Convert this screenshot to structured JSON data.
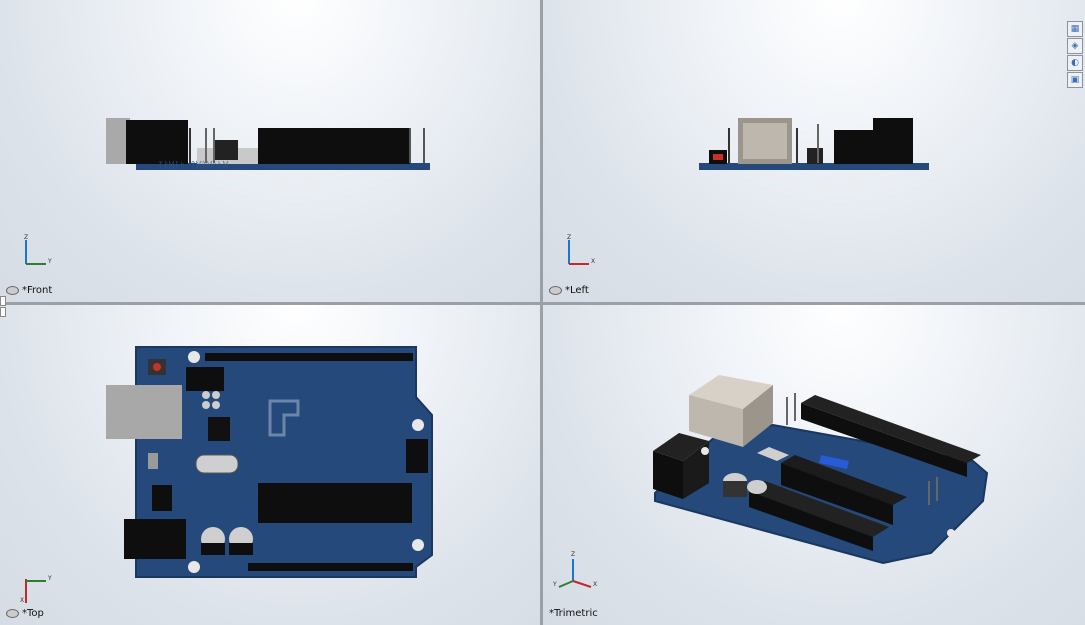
{
  "viewports": [
    {
      "id": "front",
      "label": "*Front",
      "axis_up": "Z",
      "axis_right": "Y"
    },
    {
      "id": "left",
      "label": "*Left",
      "axis_up": "Z",
      "axis_right": "X"
    },
    {
      "id": "top",
      "label": "*Top",
      "axis_up": "Y",
      "axis_right": "X"
    },
    {
      "id": "trimetric",
      "label": "*Trimetric",
      "axis_up": "Z",
      "axis_right": "X",
      "axis_left": "Y"
    }
  ],
  "side_tools": [
    "display-pane-icon",
    "appearances-icon",
    "scenes-icon",
    "custom-properties-icon"
  ],
  "colors": {
    "pcb": "#24497a",
    "pcb_dark": "#1a3760",
    "black": "#101010",
    "silver": "#a8a8a8",
    "usb": "#bdb7ad",
    "red": "#c8302a",
    "accent_blue": "#2a5bd7"
  }
}
